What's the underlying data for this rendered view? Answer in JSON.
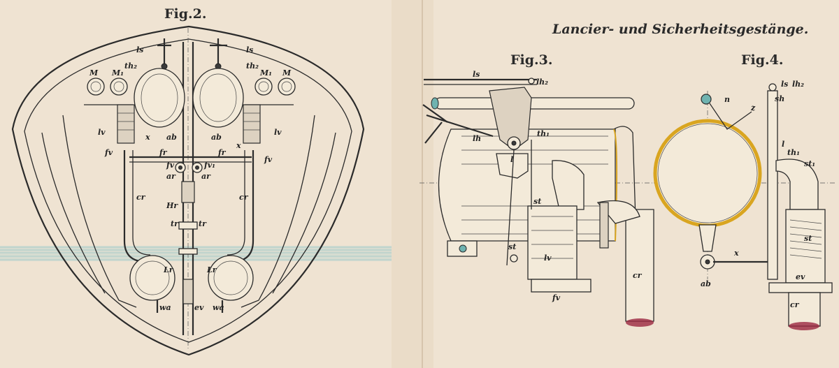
{
  "plate_title": "Lancier- und Sicherheitsgestänge.",
  "colors": {
    "paper": "#efe3d2",
    "ink": "#2b2b2b",
    "water": "#a9cdd0",
    "gold_ring": "#d9a520",
    "cap_teal": "#6fb3b0",
    "pipe_red": "#9b2740"
  },
  "figures": [
    {
      "title": "Fig.2.",
      "labels": [
        "ls",
        "th₂",
        "M",
        "M₁",
        "M₁",
        "M",
        "ls",
        "th₂",
        "lv",
        "x",
        "ab",
        "ab",
        "x",
        "lv",
        "fv",
        "fr",
        "fr",
        "fv",
        "fv",
        "fv₁",
        "ar",
        "ar",
        "cr",
        "cr",
        "Hr",
        "tr",
        "tr",
        "Lr",
        "Lr",
        "wa",
        "ev",
        "wa"
      ]
    },
    {
      "title": "Fig.3.",
      "labels": [
        "ls",
        "lh₂",
        "lh",
        "th₁",
        "l",
        "st",
        "st",
        "lv",
        "fv",
        "cr"
      ]
    },
    {
      "title": "Fig.4.",
      "labels": [
        "ls",
        "lh₂",
        "sh",
        "n",
        "z",
        "l",
        "th₁",
        "st₁",
        "st",
        "x",
        "ab",
        "ev",
        "cr"
      ]
    }
  ]
}
